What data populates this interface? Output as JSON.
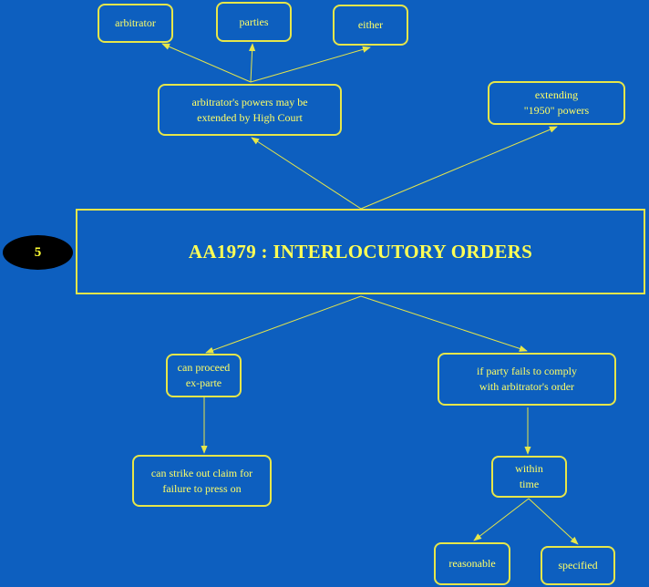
{
  "colors": {
    "background": "#0d5fbf",
    "line": "#e6e64a",
    "text": "#ffff66"
  },
  "badge": "5",
  "main_title": "AA1979 : INTERLOCUTORY ORDERS",
  "nodes": {
    "arbitrator": "arbitrator",
    "parties": "parties",
    "either": "either",
    "powers": "arbitrator's powers may be\nextended by High Court",
    "extending": "extending\n\"1950\" powers",
    "ex_parte": "can proceed\nex-parte",
    "strike_out": "can strike out claim for\nfailure to press on",
    "party_fails": "if party fails to comply\nwith arbitrator's order",
    "within_time": "within\ntime",
    "reasonable": "reasonable",
    "specified": "specified"
  }
}
